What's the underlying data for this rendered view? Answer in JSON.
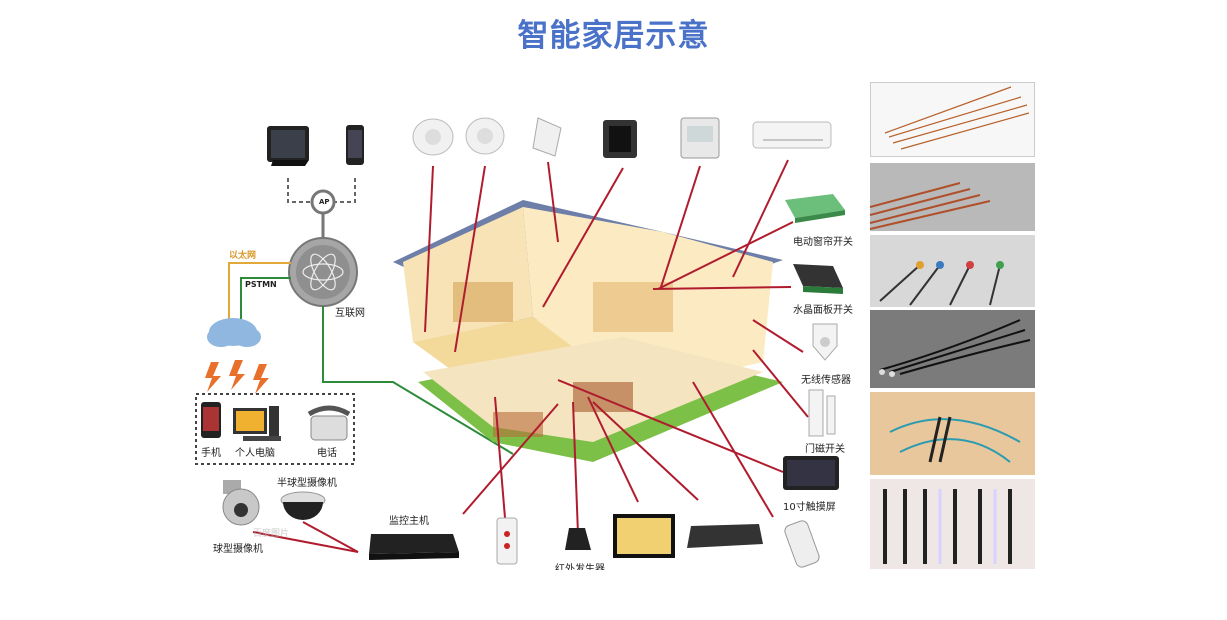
{
  "title": "智能家居示意",
  "diagram": {
    "network": {
      "ap": "AP",
      "ethernet": "以太网",
      "pstn": "PSTMN",
      "internet": "互联网"
    },
    "terminals": {
      "phone": "手机",
      "pc": "个人电脑",
      "telephone": "电话"
    },
    "cameras": {
      "dome": "半球型摄像机",
      "ball": "球型摄像机"
    },
    "devices": {
      "curtain_switch": "电动窗帘开关",
      "crystal_panel": "水晶面板开关",
      "wireless_sensor": "无线传感器",
      "door_sensor": "门磁开关",
      "touchscreen": "10寸触摸屏",
      "monitor_host": "监控主机",
      "ir_emitter": "红外发生器"
    },
    "watermark": "百度图片"
  },
  "thumbnails": [
    {
      "name": "thermistor-wires-thin"
    },
    {
      "name": "thermistor-wires-copper"
    },
    {
      "name": "thermistor-colored-beads"
    },
    {
      "name": "thermistor-black-cables"
    },
    {
      "name": "thermistor-blue-black-cables"
    },
    {
      "name": "thermistor-probes"
    }
  ]
}
